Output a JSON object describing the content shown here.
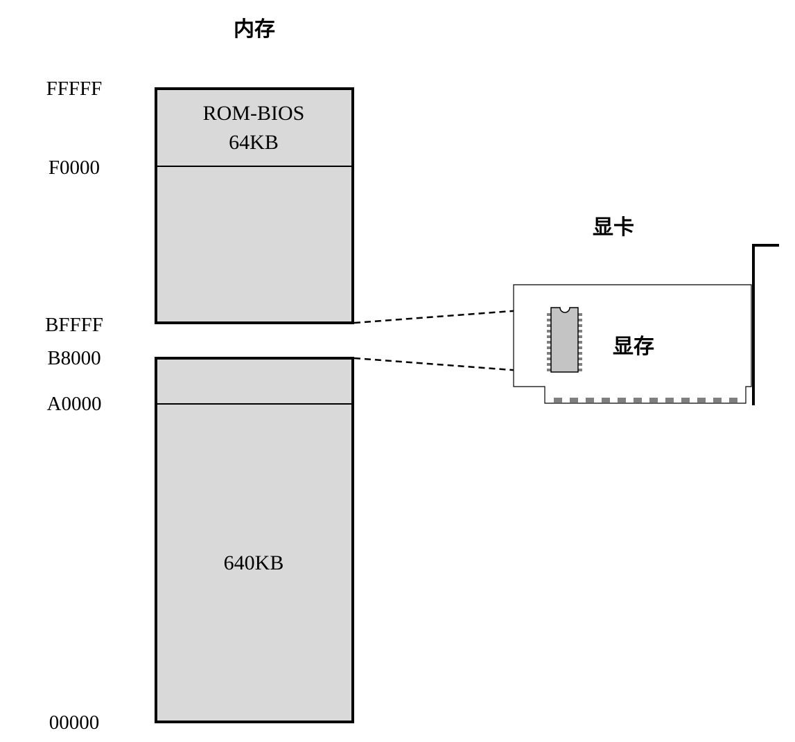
{
  "memory": {
    "title": "内存",
    "addresses": {
      "top": "FFFFF",
      "rom_start": "F0000",
      "upper_end": "BFFFF",
      "video_start": "B8000",
      "conventional_end": "A0000",
      "bottom": "00000"
    },
    "rom_block": {
      "line1": "ROM-BIOS",
      "line2": "64KB"
    },
    "conventional_block": {
      "label": "640KB"
    }
  },
  "graphics_card": {
    "title": "显卡",
    "video_memory_label": "显存"
  },
  "colors": {
    "block_fill": "#d9d9d9",
    "chip_fill": "#c4c4c4",
    "pin_color": "#7f7f7f",
    "line_color": "#000000"
  }
}
